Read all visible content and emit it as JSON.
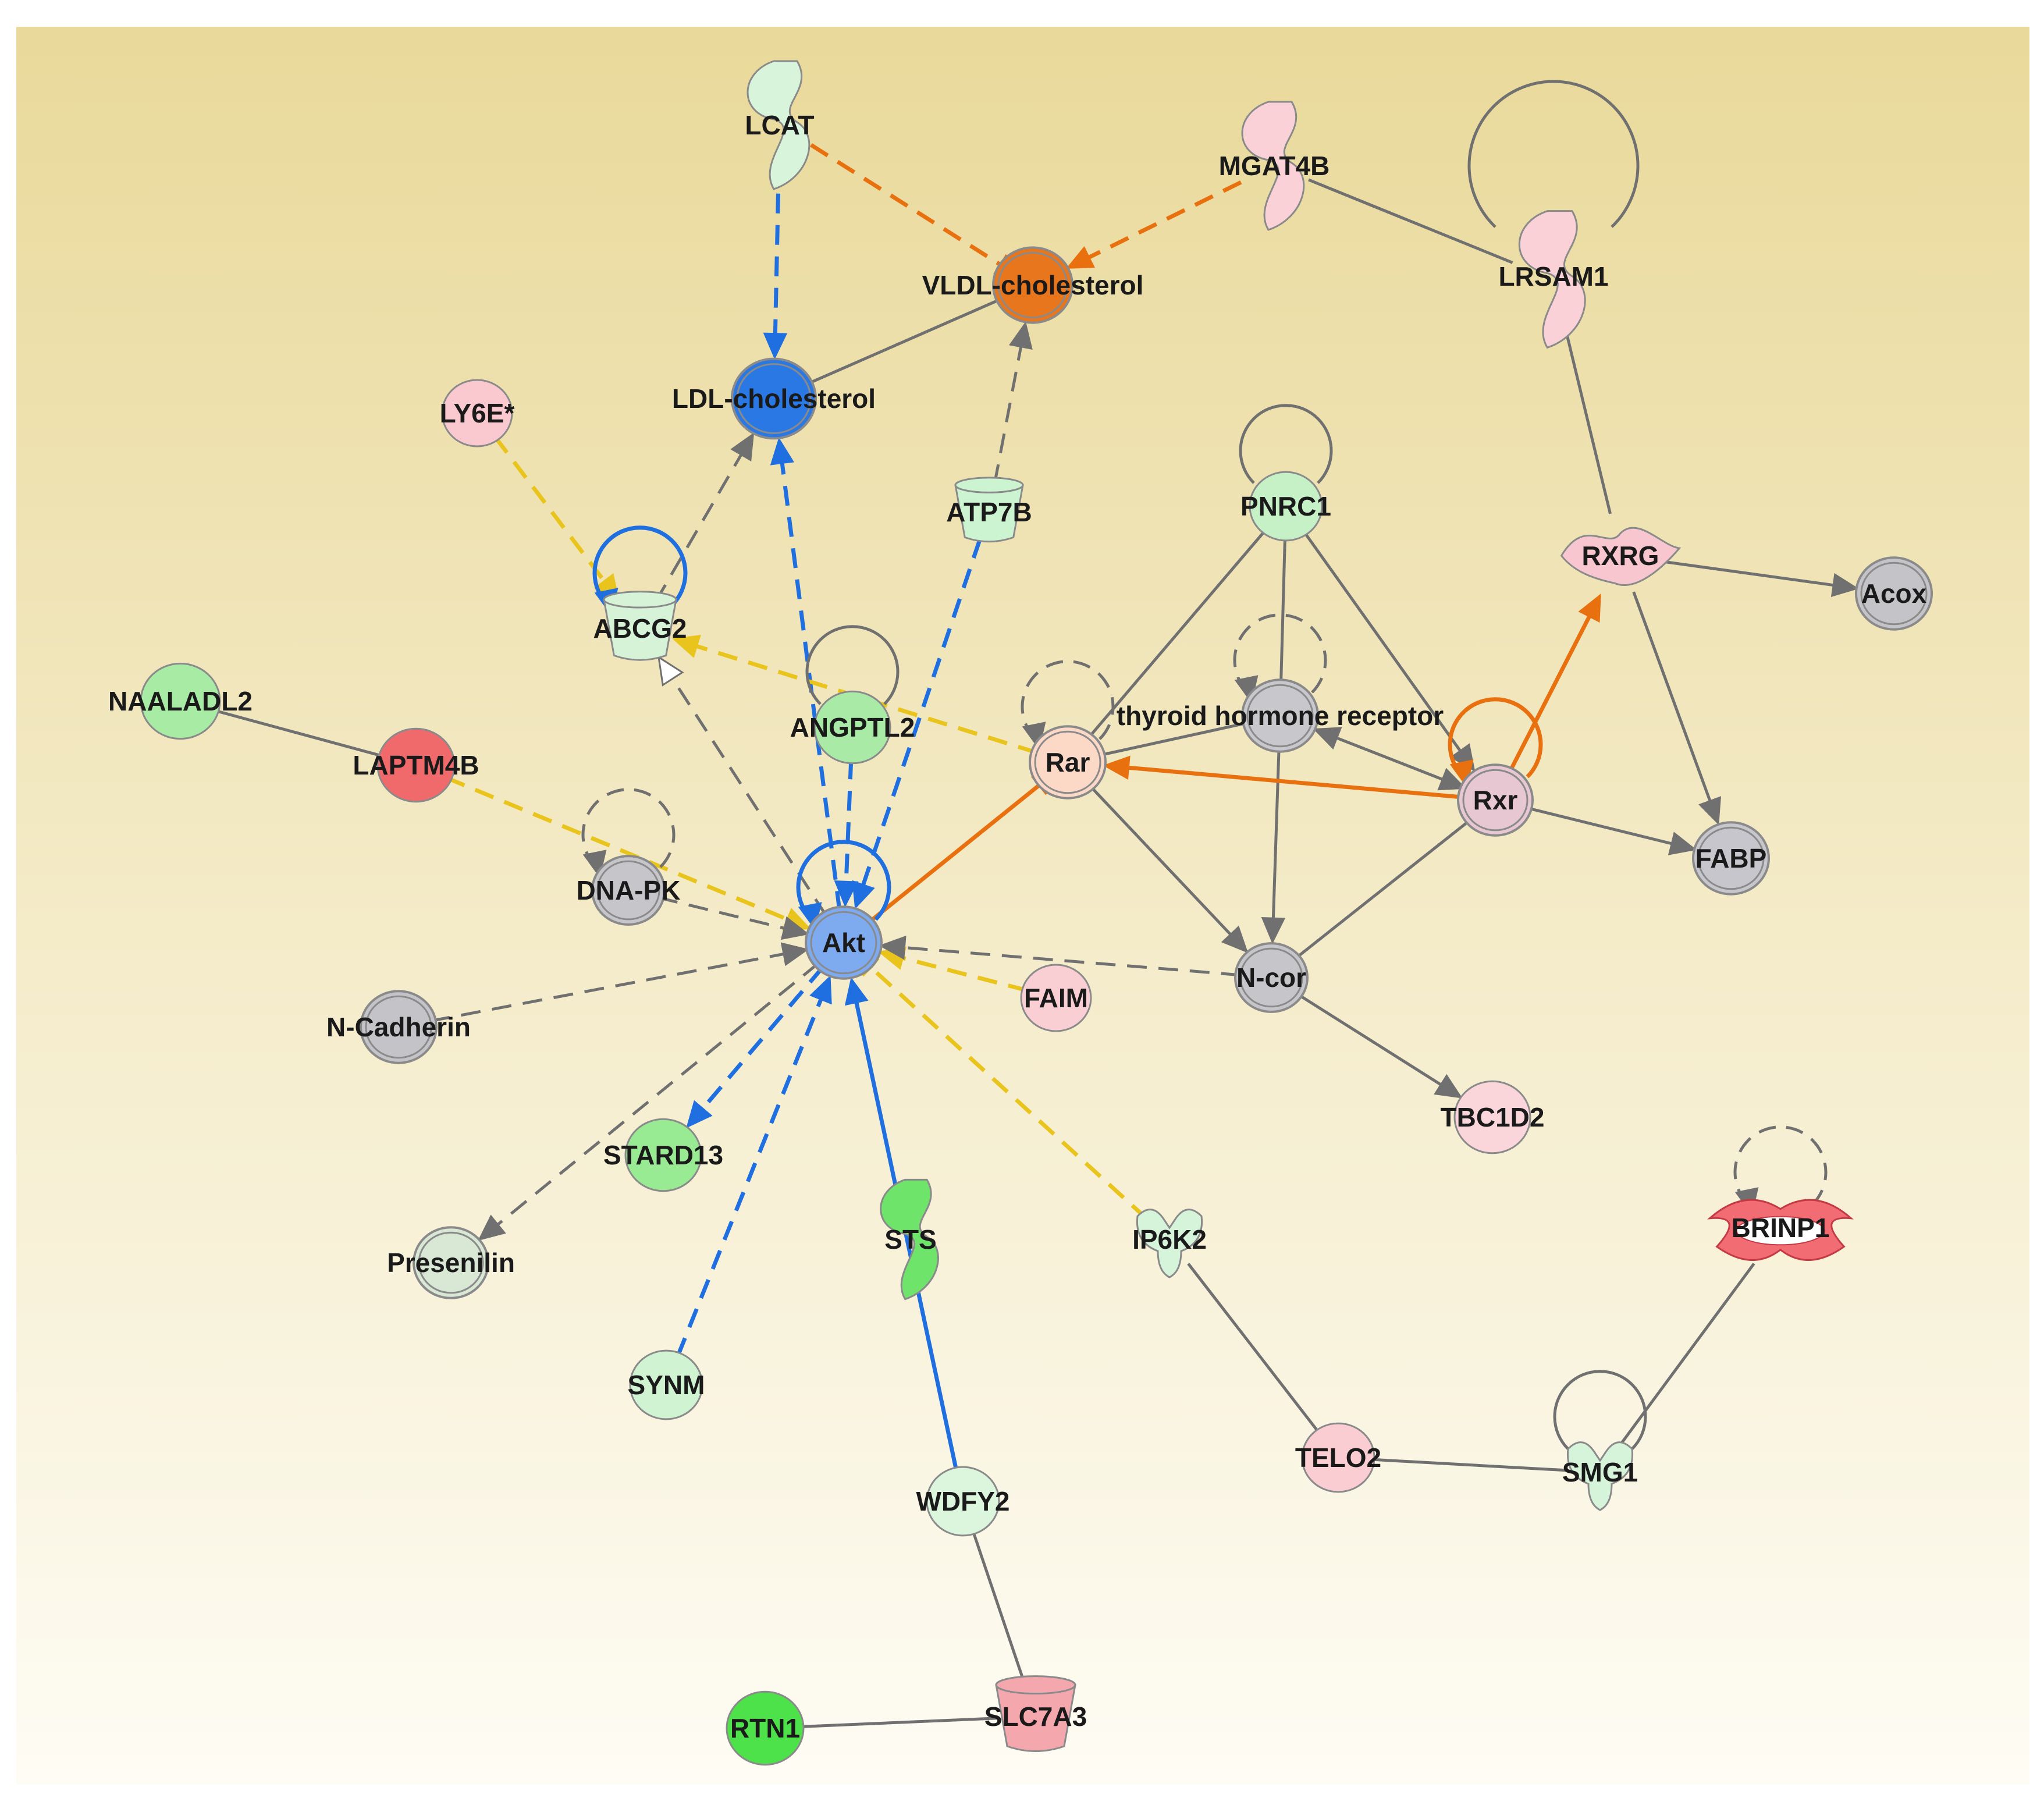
{
  "colors": {
    "bg_top": "#e9d99a",
    "bg_bottom": "#fefcf4",
    "edge_gray": "#707070",
    "edge_blue": "#1f6fe0",
    "edge_orange": "#e8700f",
    "edge_yellow": "#e9c41c",
    "node_stroke": "#8a8a8a"
  },
  "nodes": {
    "LCAT": {
      "label": "LCAT",
      "shape": "enzyme",
      "fill": "#d8f5dc"
    },
    "MGAT4B": {
      "label": "MGAT4B",
      "shape": "enzyme",
      "fill": "#f9d1d6"
    },
    "LRSAM1": {
      "label": "LRSAM1",
      "shape": "enzyme",
      "fill": "#f9d1d6"
    },
    "VLDL": {
      "label": "VLDL-cholesterol",
      "shape": "complex",
      "fill": "#e8761c"
    },
    "LDL": {
      "label": "LDL-cholesterol",
      "shape": "complex",
      "fill": "#2a78e4"
    },
    "LY6E": {
      "label": "LY6E*",
      "shape": "oval",
      "fill": "#f9c9cf"
    },
    "ATP7B": {
      "label": "ATP7B",
      "shape": "transporter",
      "fill": "#cdf4d1"
    },
    "PNRC1": {
      "label": "PNRC1",
      "shape": "oval",
      "fill": "#c6f0c6"
    },
    "RXRG": {
      "label": "RXRG",
      "shape": "receptor",
      "fill": "#f7c6cf"
    },
    "Acox": {
      "label": "Acox",
      "shape": "complex",
      "fill": "#c4c4c8"
    },
    "ABCG2": {
      "label": "ABCG2",
      "shape": "transporter",
      "fill": "#d6f3d8"
    },
    "NAALADL2": {
      "label": "NAALADL2",
      "shape": "oval",
      "fill": "#a7eba4"
    },
    "ANGPTL2": {
      "label": "ANGPTL2",
      "shape": "oval",
      "fill": "#a9eba6"
    },
    "THR": {
      "label": "thyroid hormone receptor",
      "shape": "complex",
      "fill": "#c8c8cc"
    },
    "LAPTM4B": {
      "label": "LAPTM4B",
      "shape": "oval",
      "fill": "#f06a6c"
    },
    "Rar": {
      "label": "Rar",
      "shape": "complex",
      "fill": "#fbd9c6"
    },
    "Rxr": {
      "label": "Rxr",
      "shape": "complex",
      "fill": "#e7c8d2"
    },
    "FABP": {
      "label": "FABP",
      "shape": "complex",
      "fill": "#c6c6cc"
    },
    "DNAPK": {
      "label": "DNA-PK",
      "shape": "complex",
      "fill": "#c6c6ca"
    },
    "Akt": {
      "label": "Akt",
      "shape": "complex",
      "fill": "#7eaaf0"
    },
    "FAIM": {
      "label": "FAIM",
      "shape": "oval",
      "fill": "#f9cfd4"
    },
    "Ncor": {
      "label": "N-cor",
      "shape": "complex",
      "fill": "#c6c6ca"
    },
    "NCadherin": {
      "label": "N-Cadherin",
      "shape": "complex",
      "fill": "#c4c4c8"
    },
    "TBC1D2": {
      "label": "TBC1D2",
      "shape": "oval",
      "fill": "#fad6da"
    },
    "STARD13": {
      "label": "STARD13",
      "shape": "oval",
      "fill": "#98ea93"
    },
    "STS": {
      "label": "STS",
      "shape": "enzyme",
      "fill": "#6ee46a"
    },
    "IP6K2": {
      "label": "IP6K2",
      "shape": "kinase",
      "fill": "#d6f4da"
    },
    "BRINP1": {
      "label": "BRINP1",
      "shape": "other",
      "fill": "#f26c74"
    },
    "Presenilin": {
      "label": "Presenilin",
      "shape": "complex",
      "fill": "#d8e8d4"
    },
    "SYNM": {
      "label": "SYNM",
      "shape": "oval",
      "fill": "#d0f4d2"
    },
    "TELO2": {
      "label": "TELO2",
      "shape": "oval",
      "fill": "#f9cdd2"
    },
    "SMG1": {
      "label": "SMG1",
      "shape": "kinase",
      "fill": "#d6f4da"
    },
    "WDFY2": {
      "label": "WDFY2",
      "shape": "oval",
      "fill": "#dcf6de"
    },
    "RTN1": {
      "label": "RTN1",
      "shape": "oval",
      "fill": "#4ee24a"
    },
    "SLC7A3": {
      "label": "SLC7A3",
      "shape": "transporter",
      "fill": "#f4a8ae"
    }
  },
  "edges": [
    {
      "from": "LCAT",
      "to": "LDL",
      "color": "blue",
      "dashed": true,
      "head": "arrow"
    },
    {
      "from": "LCAT",
      "to": "VLDL",
      "color": "orange",
      "dashed": true,
      "head": "inhibit"
    },
    {
      "from": "MGAT4B",
      "to": "VLDL",
      "color": "orange",
      "dashed": true,
      "head": "arrow"
    },
    {
      "from": "MGAT4B",
      "to": "LRSAM1",
      "color": "gray",
      "dashed": false,
      "head": "none"
    },
    {
      "from": "LRSAM1",
      "to": "RXRG",
      "color": "gray",
      "dashed": false,
      "head": "none"
    },
    {
      "from": "LDL",
      "to": "VLDL",
      "color": "gray",
      "dashed": false,
      "head": "none"
    },
    {
      "from": "ATP7B",
      "to": "VLDL",
      "color": "gray",
      "dashed": true,
      "head": "arrow"
    },
    {
      "from": "ATP7B",
      "to": "Akt",
      "color": "blue",
      "dashed": true,
      "head": "arrow"
    },
    {
      "from": "ABCG2",
      "to": "LDL",
      "color": "gray",
      "dashed": true,
      "head": "arrow"
    },
    {
      "from": "Akt",
      "to": "LDL",
      "color": "blue",
      "dashed": true,
      "head": "arrow"
    },
    {
      "from": "LY6E",
      "to": "ABCG2",
      "color": "yellow",
      "dashed": true,
      "head": "arrow"
    },
    {
      "from": "Rar",
      "to": "ABCG2",
      "color": "yellow",
      "dashed": true,
      "head": "arrow"
    },
    {
      "from": "Akt",
      "to": "ABCG2",
      "color": "gray",
      "dashed": true,
      "head": "open"
    },
    {
      "from": "NAALADL2",
      "to": "LAPTM4B",
      "color": "gray",
      "dashed": false,
      "head": "none"
    },
    {
      "from": "LAPTM4B",
      "to": "Akt",
      "color": "yellow",
      "dashed": true,
      "head": "arrow"
    },
    {
      "from": "DNAPK",
      "to": "Akt",
      "color": "gray",
      "dashed": true,
      "head": "arrow"
    },
    {
      "from": "NCadherin",
      "to": "Akt",
      "color": "gray",
      "dashed": true,
      "head": "arrow"
    },
    {
      "from": "ANGPTL2",
      "to": "Akt",
      "color": "blue",
      "dashed": true,
      "head": "arrow"
    },
    {
      "from": "Akt",
      "to": "Rar",
      "color": "orange",
      "dashed": false,
      "head": "inhibit"
    },
    {
      "from": "FAIM",
      "to": "Akt",
      "color": "yellow",
      "dashed": true,
      "head": "arrow"
    },
    {
      "from": "Ncor",
      "to": "Akt",
      "color": "gray",
      "dashed": true,
      "head": "arrow"
    },
    {
      "from": "IP6K2",
      "to": "Akt",
      "color": "yellow",
      "dashed": true,
      "head": "inhibit"
    },
    {
      "from": "Akt",
      "to": "STARD13",
      "color": "blue",
      "dashed": true,
      "head": "arrow"
    },
    {
      "from": "Akt",
      "to": "Presenilin",
      "color": "gray",
      "dashed": true,
      "head": "arrow"
    },
    {
      "from": "SYNM",
      "to": "Akt",
      "color": "blue",
      "dashed": true,
      "head": "arrow"
    },
    {
      "from": "WDFY2",
      "to": "Akt",
      "color": "blue",
      "dashed": false,
      "head": "arrow"
    },
    {
      "from": "PNRC1",
      "to": "Rar",
      "color": "gray",
      "dashed": false,
      "head": "none"
    },
    {
      "from": "PNRC1",
      "to": "THR",
      "color": "gray",
      "dashed": false,
      "head": "none"
    },
    {
      "from": "PNRC1",
      "to": "Rxr",
      "color": "gray",
      "dashed": false,
      "head": "arrow"
    },
    {
      "from": "THR",
      "to": "Rar",
      "color": "gray",
      "dashed": false,
      "head": "none"
    },
    {
      "from": "Rxr",
      "to": "THR",
      "color": "gray",
      "dashed": false,
      "head": "double"
    },
    {
      "from": "THR",
      "to": "Ncor",
      "color": "gray",
      "dashed": false,
      "head": "arrow"
    },
    {
      "from": "Rxr",
      "to": "Rar",
      "color": "orange",
      "dashed": false,
      "head": "arrow"
    },
    {
      "from": "Rxr",
      "to": "RXRG",
      "color": "orange",
      "dashed": false,
      "head": "arrow"
    },
    {
      "from": "RXRG",
      "to": "Acox",
      "color": "gray",
      "dashed": false,
      "head": "arrow"
    },
    {
      "from": "RXRG",
      "to": "FABP",
      "color": "gray",
      "dashed": false,
      "head": "arrow"
    },
    {
      "from": "Rxr",
      "to": "FABP",
      "color": "gray",
      "dashed": false,
      "head": "arrow"
    },
    {
      "from": "Rar",
      "to": "Ncor",
      "color": "gray",
      "dashed": false,
      "head": "arrow"
    },
    {
      "from": "Rxr",
      "to": "Ncor",
      "color": "gray",
      "dashed": false,
      "head": "none"
    },
    {
      "from": "Ncor",
      "to": "TBC1D2",
      "color": "gray",
      "dashed": false,
      "head": "arrow"
    },
    {
      "from": "IP6K2",
      "to": "TELO2",
      "color": "gray",
      "dashed": false,
      "head": "none"
    },
    {
      "from": "TELO2",
      "to": "SMG1",
      "color": "gray",
      "dashed": false,
      "head": "none"
    },
    {
      "from": "BRINP1",
      "to": "SMG1",
      "color": "gray",
      "dashed": false,
      "head": "none"
    },
    {
      "from": "WDFY2",
      "to": "SLC7A3",
      "color": "gray",
      "dashed": false,
      "head": "none"
    },
    {
      "from": "RTN1",
      "to": "SLC7A3",
      "color": "gray",
      "dashed": false,
      "head": "none"
    }
  ],
  "self_loops": [
    {
      "node": "LRSAM1",
      "color": "gray",
      "dashed": false,
      "head": "none",
      "big": true
    },
    {
      "node": "PNRC1",
      "color": "gray",
      "dashed": false,
      "head": "none"
    },
    {
      "node": "ABCG2",
      "color": "blue",
      "dashed": false,
      "head": "arrow"
    },
    {
      "node": "ANGPTL2",
      "color": "gray",
      "dashed": false,
      "head": "none"
    },
    {
      "node": "THR",
      "color": "gray",
      "dashed": true,
      "head": "arrow"
    },
    {
      "node": "Rar",
      "color": "gray",
      "dashed": true,
      "head": "arrow"
    },
    {
      "node": "Rxr",
      "color": "orange",
      "dashed": false,
      "head": "arrow"
    },
    {
      "node": "DNAPK",
      "color": "gray",
      "dashed": true,
      "head": "arrow"
    },
    {
      "node": "Akt",
      "color": "blue",
      "dashed": false,
      "head": "arrow"
    },
    {
      "node": "BRINP1",
      "color": "gray",
      "dashed": true,
      "head": "arrow"
    },
    {
      "node": "SMG1",
      "color": "gray",
      "dashed": false,
      "head": "none"
    }
  ]
}
